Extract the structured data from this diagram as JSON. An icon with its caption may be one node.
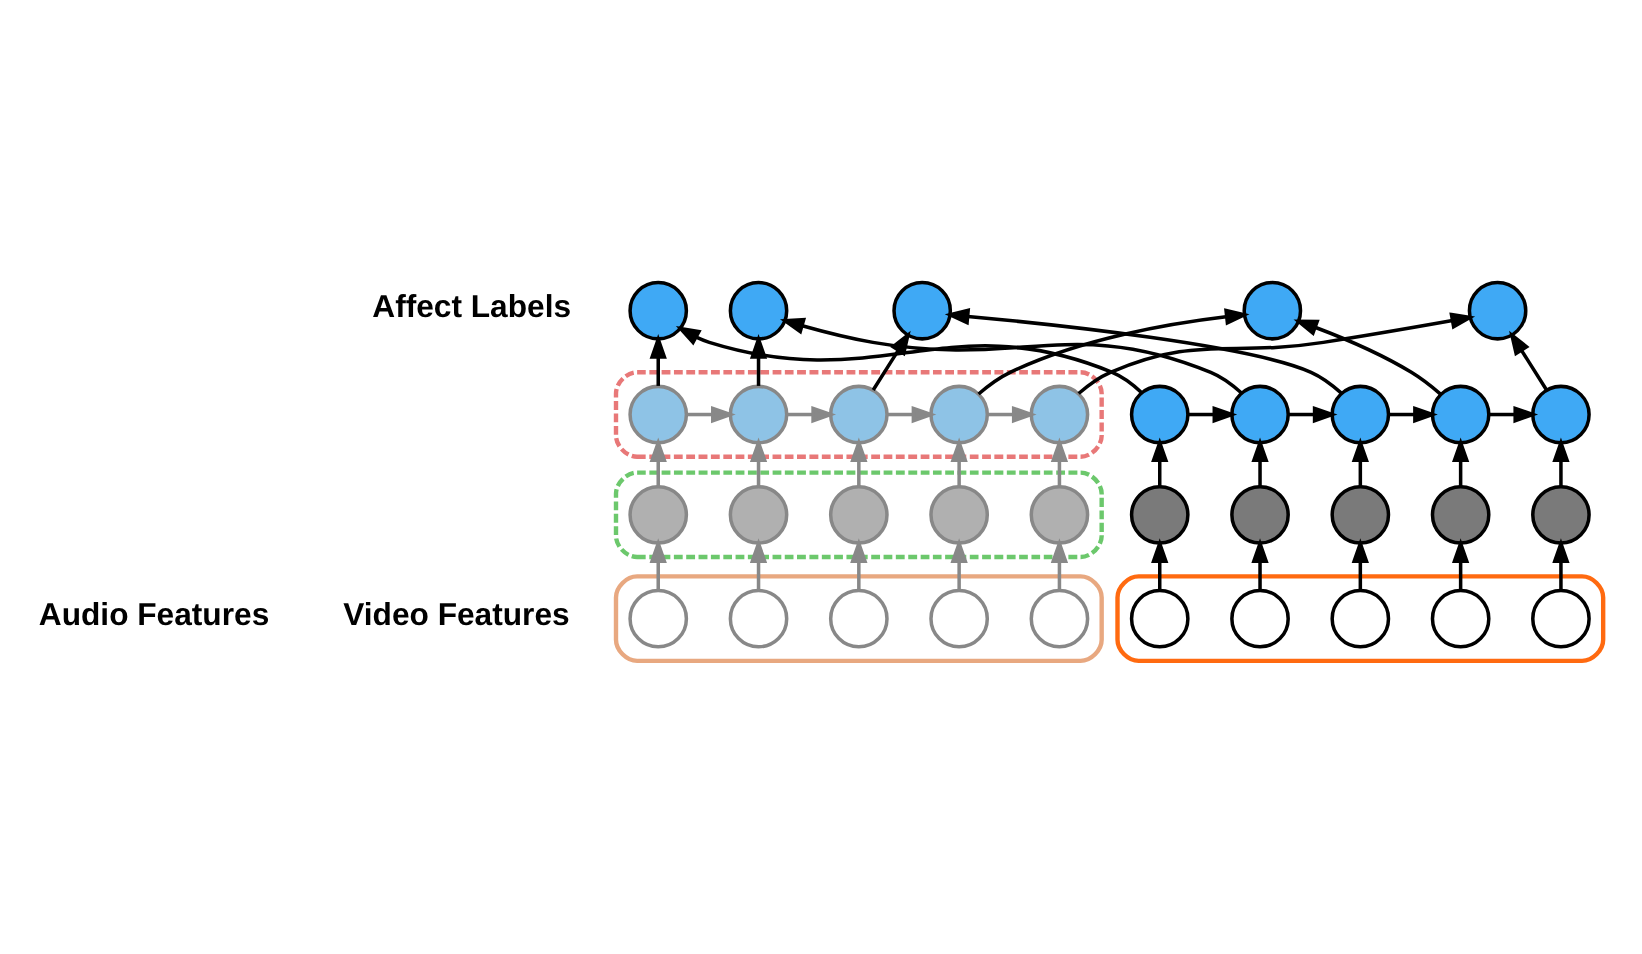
{
  "diagram": {
    "nodes": [
      {
        "text": [],
        "shape": "circle"
      },
      {
        "text": [],
        "shape": "circle"
      },
      {
        "text": [],
        "shape": "circle"
      },
      {
        "text": [],
        "shape": "circle"
      },
      {
        "text": [],
        "shape": "circle"
      },
      {
        "text": [],
        "shape": "box"
      },
      {
        "text": [],
        "shape": "circle",
        "in": 5
      },
      {
        "text": [],
        "shape": "circle",
        "in": 5
      },
      {
        "text": [],
        "shape": "circle",
        "in": 5
      },
      {
        "text": [],
        "shape": "circle",
        "in": 5
      },
      {
        "text": [],
        "shape": "circle",
        "in": 5
      },
      {
        "text": [],
        "shape": "box"
      },
      {
        "text": [],
        "shape": "circle",
        "in": 11
      },
      {
        "text": [],
        "shape": "circle",
        "in": 11
      },
      {
        "text": [],
        "shape": "circle",
        "in": 11
      },
      {
        "text": [],
        "shape": "circle",
        "in": 11
      },
      {
        "text": [],
        "shape": "circle",
        "in": 11
      },
      {
        "text": [],
        "shape": "box"
      },
      {
        "text": [],
        "shape": "circle",
        "in": 17
      },
      {
        "text": [],
        "shape": "circle",
        "in": 17
      },
      {
        "text": [],
        "shape": "circle",
        "in": 17
      },
      {
        "text": [],
        "shape": "circle",
        "in": 17
      },
      {
        "text": [],
        "shape": "circle",
        "in": 17
      },
      {
        "text": [],
        "shape": "circle"
      },
      {
        "text": [],
        "shape": "circle"
      },
      {
        "text": [],
        "shape": "circle"
      },
      {
        "text": [],
        "shape": "circle"
      },
      {
        "text": [],
        "shape": "circle"
      },
      {
        "text": [],
        "shape": "circle"
      },
      {
        "text": [],
        "shape": "circle"
      },
      {
        "text": [],
        "shape": "circle"
      },
      {
        "text": [],
        "shape": "circle"
      },
      {
        "text": [],
        "shape": "circle"
      },
      {
        "text": [],
        "shape": "box"
      },
      {
        "text": [],
        "shape": "circle",
        "in": 33
      },
      {
        "text": [],
        "shape": "circle",
        "in": 33
      },
      {
        "text": [],
        "shape": "circle",
        "in": 33
      },
      {
        "text": [],
        "shape": "circle",
        "in": 33
      },
      {
        "text": [],
        "shape": "circle",
        "in": 33
      }
    ],
    "edges": [
      {
        "from": 18,
        "to": 12,
        "arrow": "to",
        "color": "#888888"
      },
      {
        "from": 19,
        "to": 13,
        "arrow": "to",
        "color": "#888888"
      },
      {
        "from": 20,
        "to": 14,
        "arrow": "to",
        "color": "#888888"
      },
      {
        "from": 21,
        "to": 15,
        "arrow": "to",
        "color": "#888888"
      },
      {
        "from": 22,
        "to": 16,
        "arrow": "to",
        "color": "#888888"
      },
      {
        "from": 12,
        "to": 6,
        "arrow": "to",
        "color": "#888888"
      },
      {
        "from": 13,
        "to": 7,
        "arrow": "to",
        "color": "#888888"
      },
      {
        "from": 14,
        "to": 8,
        "arrow": "to",
        "color": "#888888"
      },
      {
        "from": 15,
        "to": 9,
        "arrow": "to",
        "color": "#888888"
      },
      {
        "from": 16,
        "to": 10,
        "arrow": "to",
        "color": "#888888"
      },
      {
        "from": 6,
        "to": 7,
        "arrow": "to",
        "color": "#888888"
      },
      {
        "from": 7,
        "to": 8,
        "arrow": "to",
        "color": "#888888"
      },
      {
        "from": 8,
        "to": 9,
        "arrow": "to",
        "color": "#888888"
      },
      {
        "from": 9,
        "to": 10,
        "arrow": "to",
        "color": "#888888"
      },
      {
        "from": 6,
        "to": 0,
        "arrow": "to"
      },
      {
        "from": 7,
        "to": 1,
        "arrow": "to"
      },
      {
        "from": 8,
        "to": 2,
        "arrow": "to"
      },
      {
        "from": 9,
        "to": 3,
        "arrow": "to"
      },
      {
        "from": 10,
        "to": 4,
        "arrow": "to"
      },
      {
        "from": 34,
        "to": 28,
        "arrow": "to"
      },
      {
        "from": 35,
        "to": 29,
        "arrow": "to"
      },
      {
        "from": 36,
        "to": 30,
        "arrow": "to"
      },
      {
        "from": 37,
        "to": 31,
        "arrow": "to"
      },
      {
        "from": 38,
        "to": 32,
        "arrow": "to"
      },
      {
        "from": 28,
        "to": 23,
        "arrow": "to"
      },
      {
        "from": 29,
        "to": 24,
        "arrow": "to"
      },
      {
        "from": 30,
        "to": 25,
        "arrow": "to"
      },
      {
        "from": 31,
        "to": 26,
        "arrow": "to"
      },
      {
        "from": 32,
        "to": 27,
        "arrow": "to"
      },
      {
        "from": 23,
        "to": 24,
        "arrow": "to"
      },
      {
        "from": 24,
        "to": 25,
        "arrow": "to"
      },
      {
        "from": 25,
        "to": 26,
        "arrow": "to"
      },
      {
        "from": 26,
        "to": 27,
        "arrow": "to"
      },
      {
        "from": 23,
        "to": 0,
        "arrow": "to"
      },
      {
        "from": 24,
        "to": 1,
        "arrow": "to"
      },
      {
        "from": 25,
        "to": 2,
        "arrow": "to"
      },
      {
        "from": 26,
        "to": 3,
        "arrow": "to"
      },
      {
        "from": 27,
        "to": 4,
        "arrow": "to"
      }
    ],
    "labels": [
      "Affect Labels",
      "Audio Features",
      "Video Features"
    ]
  }
}
